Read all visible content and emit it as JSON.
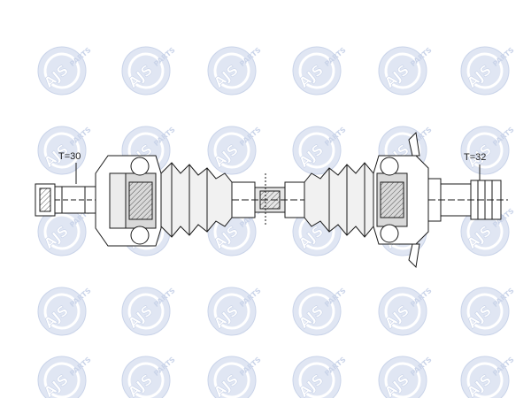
{
  "watermark": {
    "brand": "AJS",
    "suffix": "PARTS",
    "colors": {
      "fill": "#c8d3ea",
      "text": "#ffffff",
      "outline": "#9fb1d8"
    }
  },
  "labels": {
    "left_spline": "T=30",
    "right_spline": "T=32"
  },
  "colors": {
    "line": "#1a1a1a",
    "shade": "#d9d9d9",
    "background": "#ffffff"
  }
}
